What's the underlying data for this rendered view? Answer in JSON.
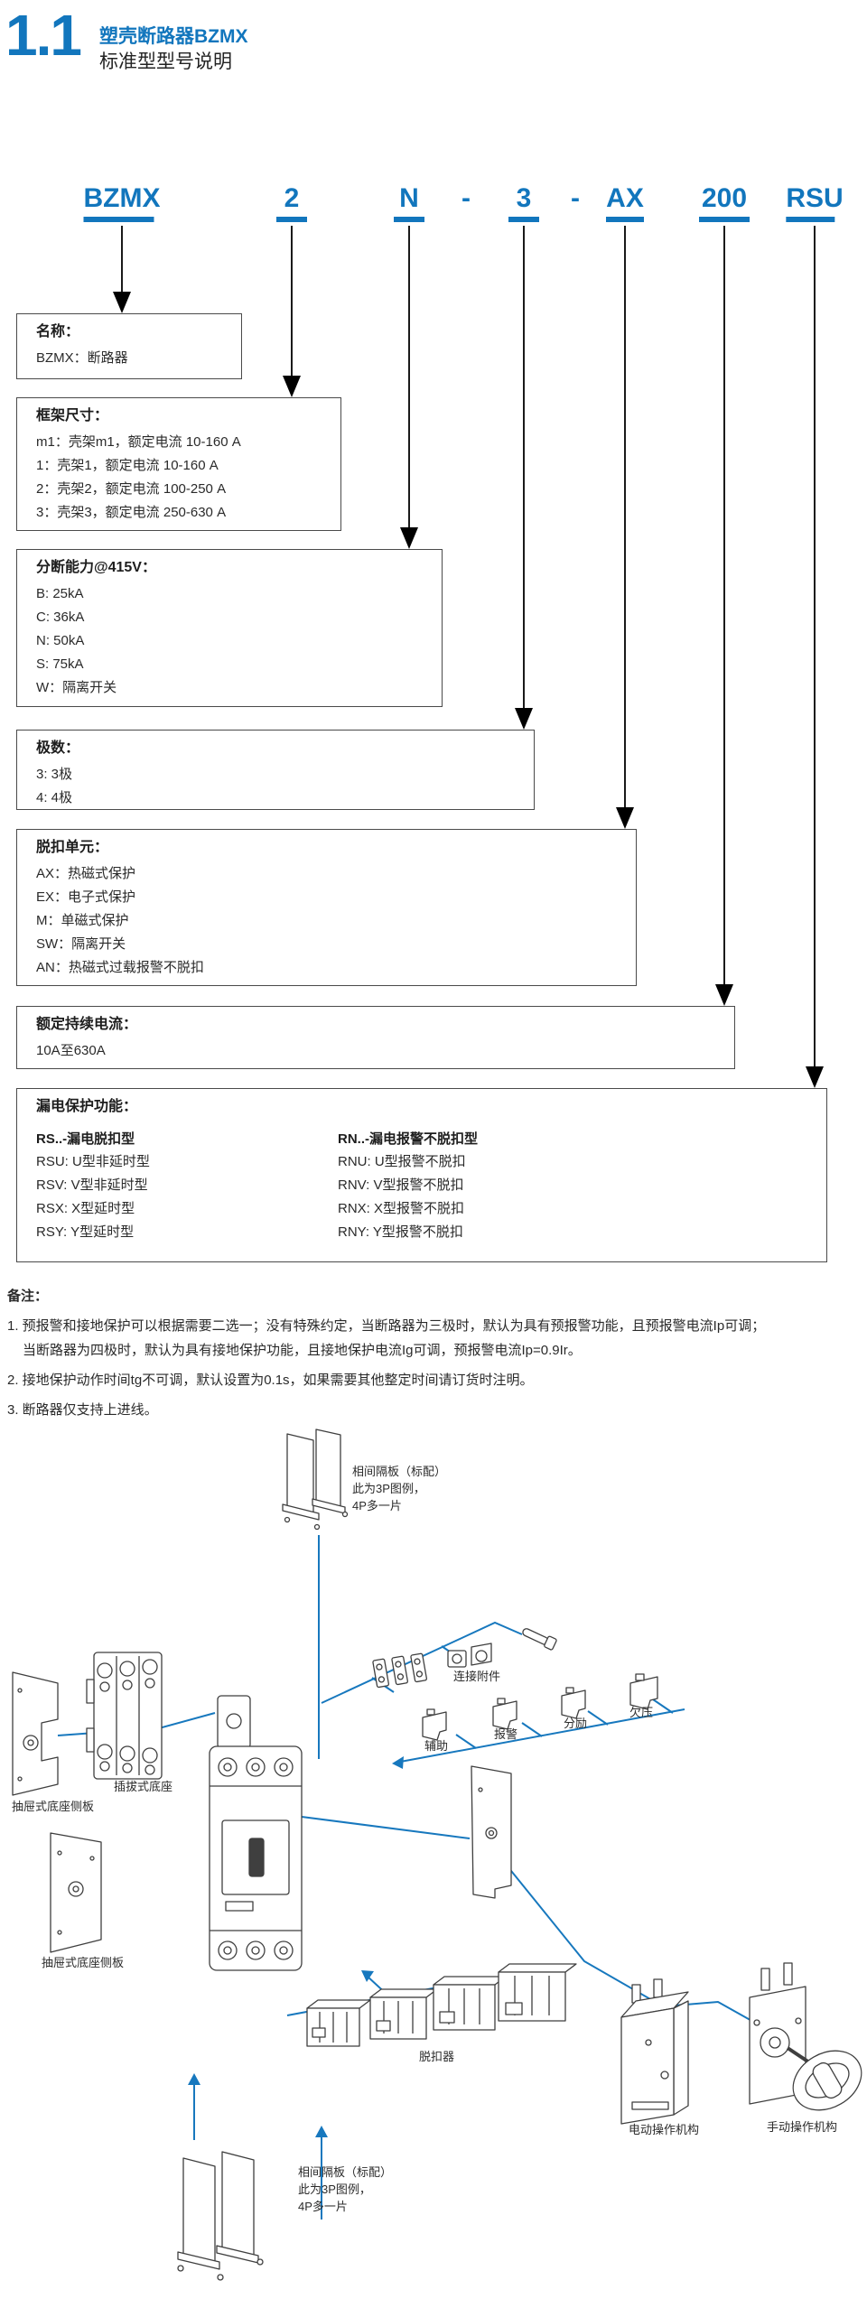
{
  "colors": {
    "accent_blue": "#1276bd",
    "diagram_line_blue": "#1778be",
    "box_border": "#4a4a4a"
  },
  "header": {
    "section_number": "1.1",
    "product_title": "塑壳断路器BZMX",
    "subtitle": "标准型型号说明"
  },
  "model_code": {
    "tokens": [
      "BZMX",
      "2",
      "N",
      "-",
      "3",
      "-",
      "AX",
      "200",
      "RSU"
    ]
  },
  "boxes": {
    "name": {
      "title": "名称：",
      "lines": [
        "BZMX：断路器"
      ]
    },
    "frame": {
      "title": "框架尺寸：",
      "lines": [
        "m1：壳架m1，额定电流 10-160 A",
        "1：壳架1，额定电流 10-160 A",
        "2：壳架2，额定电流 100-250 A",
        "3：壳架3，额定电流 250-630 A"
      ]
    },
    "breaking": {
      "title": "分断能力@415V：",
      "lines": [
        "B: 25kA",
        "C: 36kA",
        "N: 50kA",
        "S: 75kA",
        "W：隔离开关"
      ]
    },
    "poles": {
      "title": "极数：",
      "lines": [
        "3: 3极",
        "4: 4极"
      ]
    },
    "trip": {
      "title": "脱扣单元：",
      "lines": [
        "AX：热磁式保护",
        "EX：电子式保护",
        "M：单磁式保护",
        "SW：隔离开关",
        "AN：热磁式过载报警不脱扣"
      ]
    },
    "current": {
      "title": "额定持续电流：",
      "lines": [
        "10A至630A"
      ]
    },
    "leakage": {
      "title": "漏电保护功能：",
      "trip_type_heading": "RS..-漏电脱扣型",
      "trip_type_lines": [
        "RSU: U型非延时型",
        "RSV: V型非延时型",
        "RSX: X型延时型",
        "RSY: Y型延时型"
      ],
      "alarm_type_heading": "RN..-漏电报警不脱扣型",
      "alarm_type_lines": [
        "RNU: U型报警不脱扣",
        "RNV: V型报警不脱扣",
        "RNX: X型报警不脱扣",
        "RNY: Y型报警不脱扣"
      ]
    }
  },
  "notes": {
    "heading": "备注：",
    "items": [
      "1. 预报警和接地保护可以根据需要二选一；没有特殊约定，当断路器为三极时，默认为具有预报警功能，且预报警电流Ip可调；\n当断路器为四极时，默认为具有接地保护功能，且接地保护电流Ig可调，预报警电流Ip=0.9Ir。",
      "2. 接地保护动作时间tg不可调，默认设置为0.1s，如果需要其他整定时间请订货时注明。",
      "3. 断路器仅支持上进线。"
    ]
  },
  "diagram": {
    "labels": {
      "phase_plate": "相间隔板（标配）\n此为3P图例，\n4P多一片",
      "connection_accessory": "连接附件",
      "auxiliary": "辅助",
      "alarm": "报警",
      "shunt": "分励",
      "undervoltage": "欠压",
      "plug_in_base": "插拔式底座",
      "drawer_base_side_plate": "抽屉式底座侧板",
      "trip_unit": "脱扣器",
      "motor_mechanism": "电动操作机构",
      "manual_mechanism": "手动操作机构"
    }
  }
}
